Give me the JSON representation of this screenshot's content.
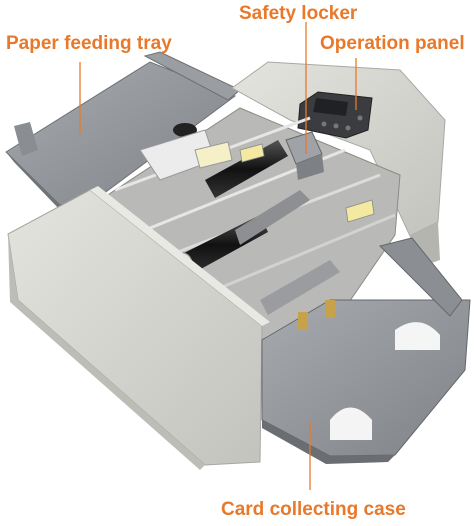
{
  "labels": {
    "paper_feeding_tray": "Paper feeding tray",
    "safety_locker": "Safety locker",
    "operation_panel": "Operation panel",
    "card_collecting_case": "Card collecting case"
  },
  "colors": {
    "label_text": "#e8792b",
    "leader_line": "#e8792b",
    "housing": "#d4d4cf",
    "tray": "#8e9196",
    "panel_display": "#2b2d31"
  }
}
